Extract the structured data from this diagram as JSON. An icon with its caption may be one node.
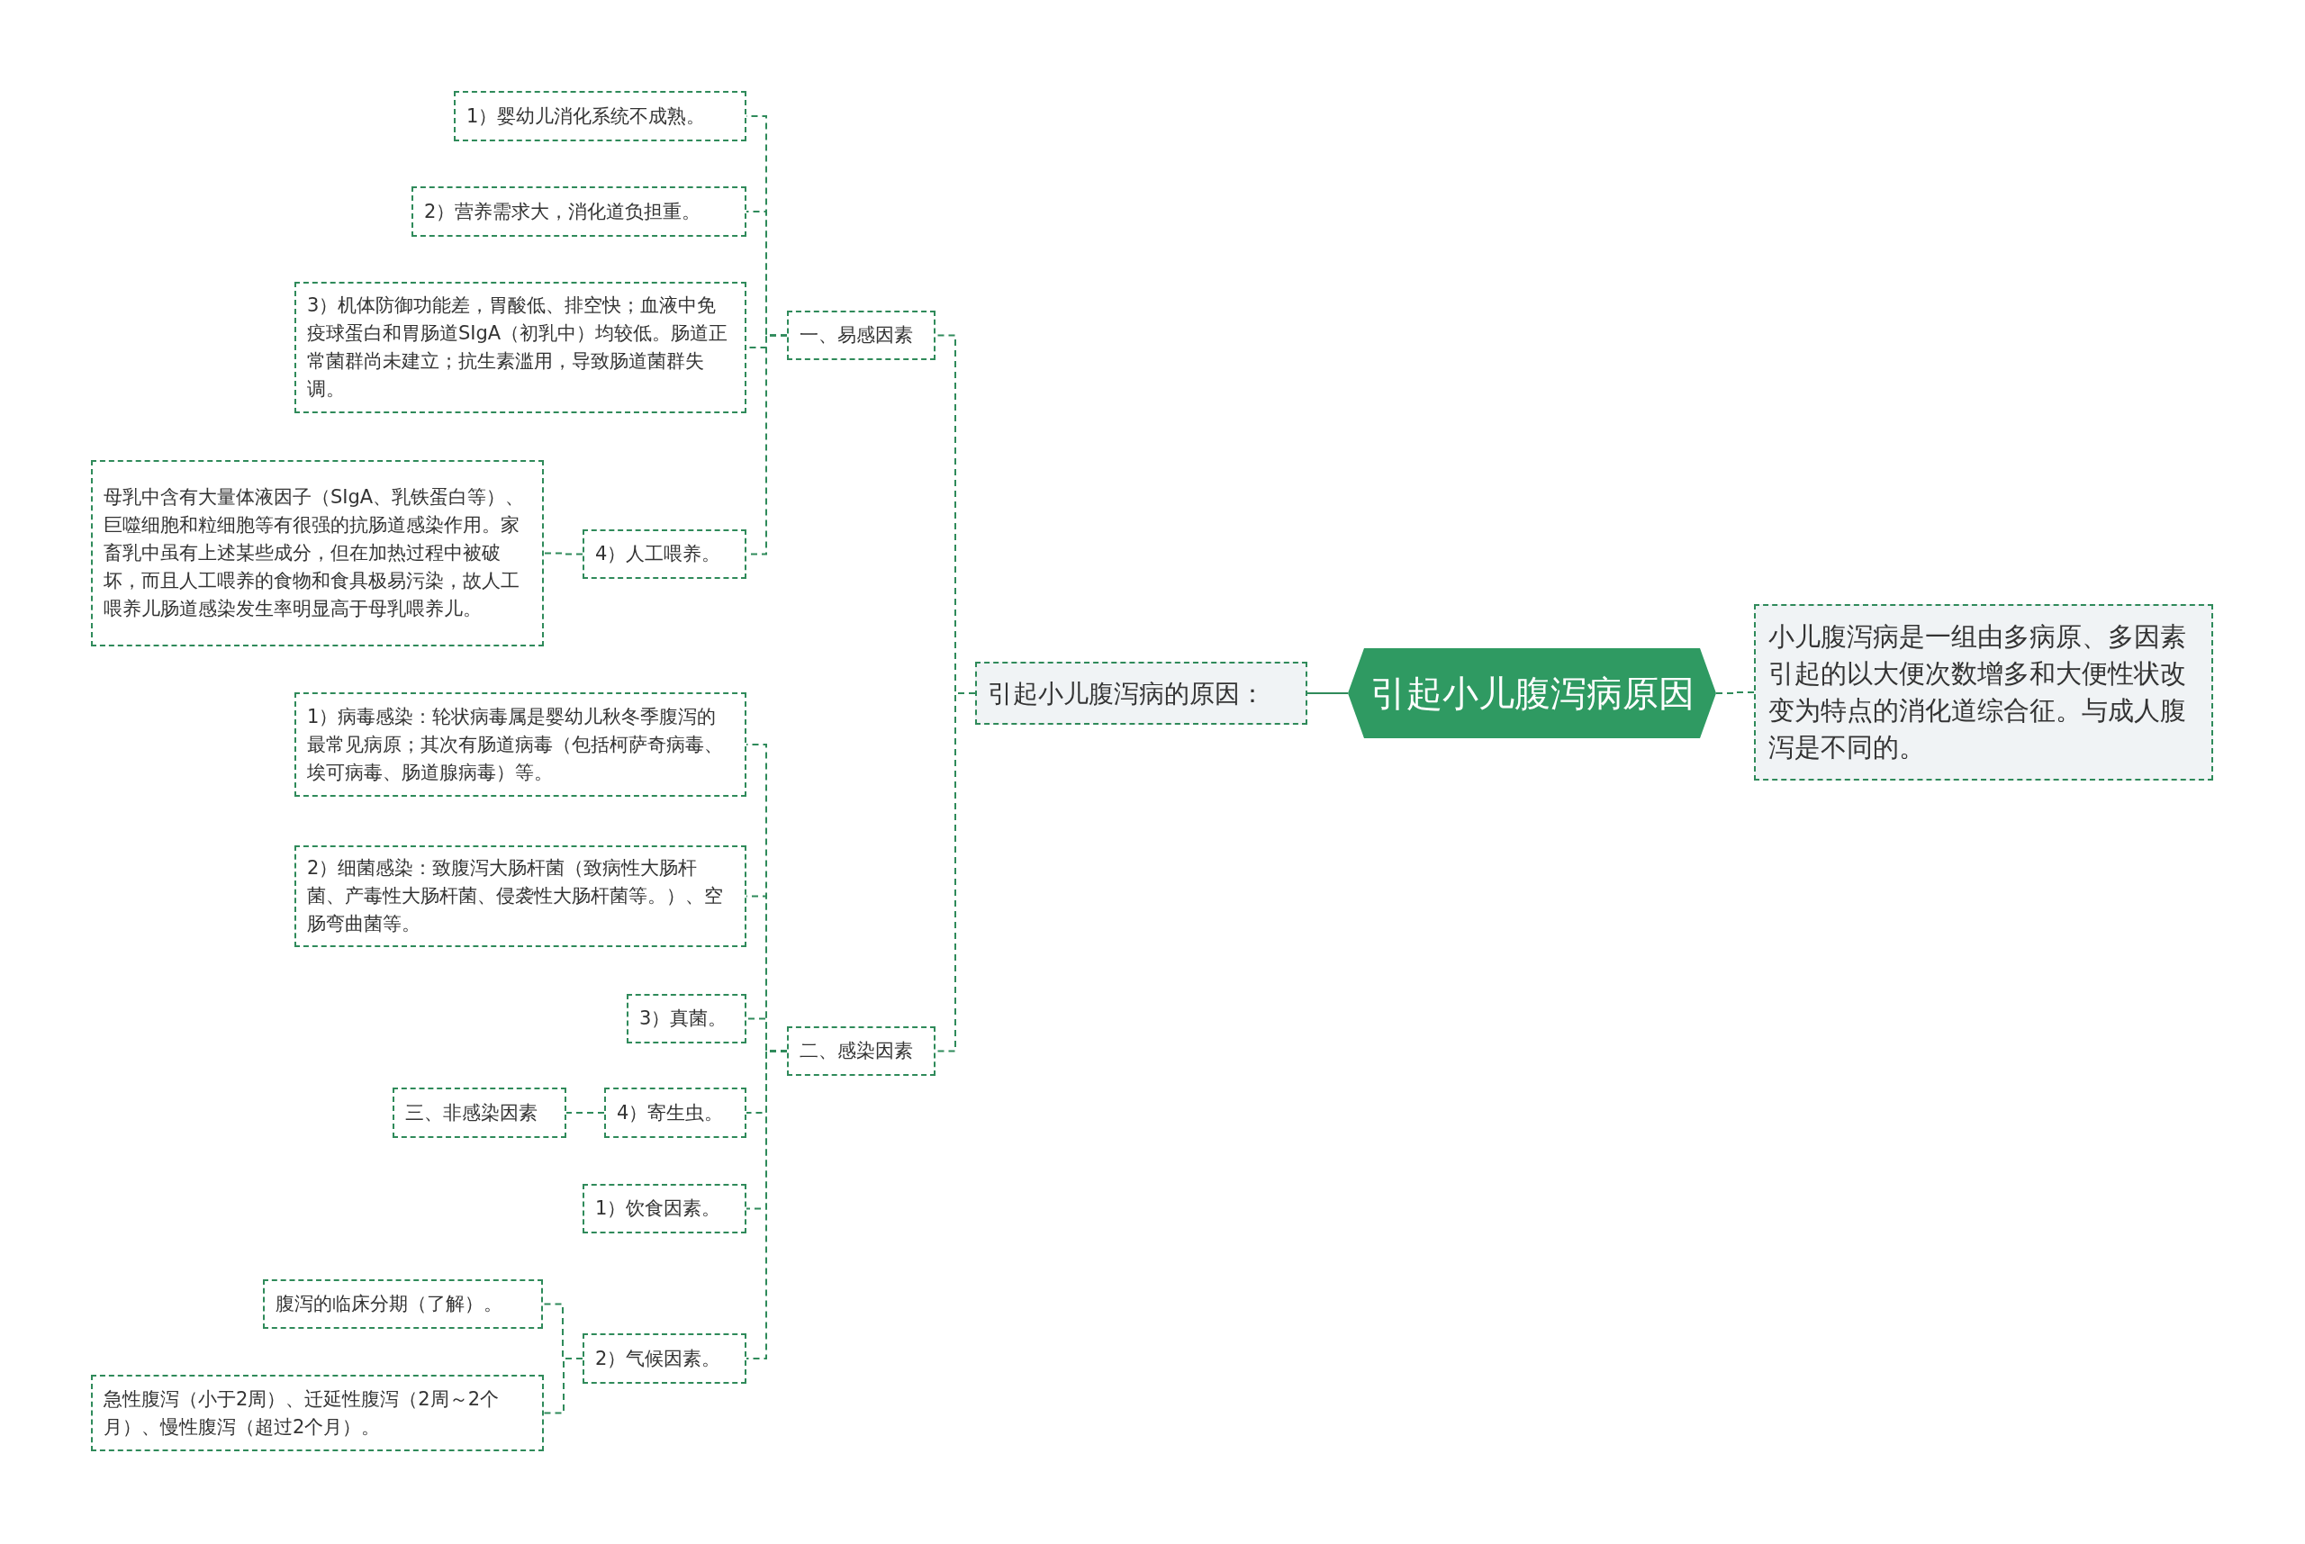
{
  "diagram": {
    "nodes": [
      {
        "text": [
          "引起小儿腹泻病原因"
        ]
      },
      {
        "text": [
          "引起小儿腹泻病的原因："
        ]
      },
      {
        "text": [
          "小儿腹泻病是一组由多病原、多因素引起的以大便次数增多和大便性状改变为特点的消化道综合征。与成人腹泻是不同的。"
        ]
      },
      {
        "text": [
          "一、易感因素"
        ]
      },
      {
        "text": [
          "1）婴幼儿消化系统不成熟。"
        ]
      },
      {
        "text": [
          "2）营养需求大，消化道负担重。"
        ]
      },
      {
        "text": [
          "3）机体防御功能差，胃酸低、排空快；血液中免疫球蛋白和胃肠道SIgA（初乳中）均较低。肠道正常菌群尚未建立；抗生素滥用，导致肠道菌群失调。"
        ]
      },
      {
        "text": [
          "4）人工喂养。"
        ]
      },
      {
        "text": [
          "母乳中含有大量体液因子（SIgA、乳铁蛋白等）、巨噬细胞和粒细胞等有很强的抗肠道感染作用。家畜乳中虽有上述某些成分，但在加热过程中被破坏，而且人工喂养的食物和食具极易污染，故人工喂养儿肠道感染发生率明显高于母乳喂养儿。"
        ]
      },
      {
        "text": [
          "二、感染因素"
        ]
      },
      {
        "text": [
          "1）病毒感染：轮状病毒属是婴幼儿秋冬季腹泻的最常见病原；其次有肠道病毒（包括柯萨奇病毒、埃可病毒、肠道腺病毒）等。"
        ]
      },
      {
        "text": [
          "2）细菌感染：致腹泻大肠杆菌（致病性大肠杆菌、产毒性大肠杆菌、侵袭性大肠杆菌等。）、空肠弯曲菌等。"
        ]
      },
      {
        "text": [
          "3）真菌。"
        ]
      },
      {
        "text": [
          "4）寄生虫。"
        ]
      },
      {
        "text": [
          "三、非感染因素"
        ]
      },
      {
        "text": [
          "1）饮食因素。"
        ]
      },
      {
        "text": [
          "2）气候因素。"
        ]
      },
      {
        "text": [
          "腹泻的临床分期（了解）。"
        ]
      },
      {
        "text": [
          "急性腹泻（小于2周）、迁延性腹泻（2周～2个月）、慢性腹泻（超过2个月）。"
        ]
      }
    ],
    "edges": [
      {
        "from": 0,
        "to": 1,
        "arrow": "none"
      },
      {
        "from": 0,
        "to": 2,
        "arrow": "none",
        "style": "dashed"
      },
      {
        "from": 1,
        "to": 3,
        "arrow": "none",
        "style": "dashed"
      },
      {
        "from": 1,
        "to": 9,
        "arrow": "none",
        "style": "dashed"
      },
      {
        "from": 3,
        "to": 4,
        "arrow": "none",
        "style": "dashed"
      },
      {
        "from": 3,
        "to": 5,
        "arrow": "none",
        "style": "dashed"
      },
      {
        "from": 3,
        "to": 6,
        "arrow": "none",
        "style": "dashed"
      },
      {
        "from": 3,
        "to": 7,
        "arrow": "none",
        "style": "dashed"
      },
      {
        "from": 7,
        "to": 8,
        "arrow": "none",
        "style": "dashed"
      },
      {
        "from": 9,
        "to": 10,
        "arrow": "none",
        "style": "dashed"
      },
      {
        "from": 9,
        "to": 11,
        "arrow": "none",
        "style": "dashed"
      },
      {
        "from": 9,
        "to": 12,
        "arrow": "none",
        "style": "dashed"
      },
      {
        "from": 9,
        "to": 13,
        "arrow": "none",
        "style": "dashed"
      },
      {
        "from": 9,
        "to": 15,
        "arrow": "none",
        "style": "dashed"
      },
      {
        "from": 9,
        "to": 16,
        "arrow": "none",
        "style": "dashed"
      },
      {
        "from": 13,
        "to": 14,
        "arrow": "none",
        "style": "dashed"
      },
      {
        "from": 16,
        "to": 17,
        "arrow": "none",
        "style": "dashed"
      },
      {
        "from": 16,
        "to": 18,
        "arrow": "none",
        "style": "dashed"
      }
    ]
  }
}
